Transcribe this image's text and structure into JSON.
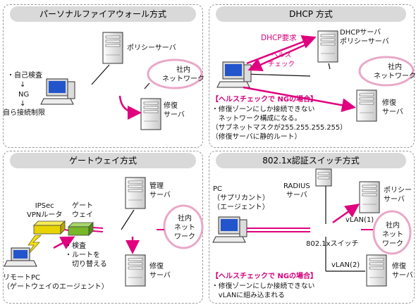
{
  "q1": {
    "title": "パーソナルファイアウォール方式",
    "policy_server": "ポリシーサーバ",
    "network": "社内\nネットワーク",
    "repair_server": "修復\nサーバ",
    "steps": [
      "・自己検査",
      "↓",
      "NG",
      "↓",
      "自ら接続制限"
    ]
  },
  "q2": {
    "title": "DHCP 方式",
    "dhcp_request": "DHCP要求",
    "health_check": "ヘルス\nチェック",
    "server_label": "DHCPサーバ\nポリシーサーバ",
    "network": "社内\nネットワーク",
    "ng_heading": "【ヘルスチェックで NGの場合】",
    "ng_body": "・修復ゾーンにしか接続できない\n　ネットワーク構成になる。\n（サブネットマスクが255.255.255.255）\n（修復サーバに静的ルート）",
    "repair_server": "修復\nサーバ"
  },
  "q3": {
    "title": "ゲートウェイ方式",
    "ipsec": "IPSec\nVPNルータ",
    "gateway": "ゲート\nウェイ",
    "mgmt_server": "管理\nサーバ",
    "network": "社内\nネット\nワーク",
    "inspect": "・検査\n・ルートを\n　切り替える",
    "remote_pc": "リモートPC\n（ゲートウェイのエージェント）",
    "repair_server": "修復\nサーバ"
  },
  "q4": {
    "title": "802.1x認証スイッチ方式",
    "pc": "PC\n（サプリカント）\n（エージェント）",
    "radius": "RADIUS\nサーバ",
    "policy_server": "ポリシー\nサーバ",
    "vlan1": "vLAN(1)",
    "network": "社内\nネット\nワーク",
    "switch": "802.1xスイッチ",
    "vlan2": "vLAN(2)",
    "repair_server": "修復\nサーバ",
    "ng_heading": "【ヘルスチェックで NGの場合】",
    "ng_body": "・修復ゾーンにしか接続できない\n　vLANに組み込まれる"
  },
  "colors": {
    "magenta": "#e0007f",
    "hub_blue": "#2f6fd0",
    "screen_blue": "#2255cc",
    "network_ring": "#e9a8c8",
    "header_gray": "#d9d9d9",
    "vpn_yellow": "#e8d400",
    "gateway_green": "#78b72a"
  },
  "icons": [
    "server-icon",
    "pc-icon",
    "hub-icon",
    "laptop-icon",
    "lightning-icon",
    "router-icon"
  ]
}
